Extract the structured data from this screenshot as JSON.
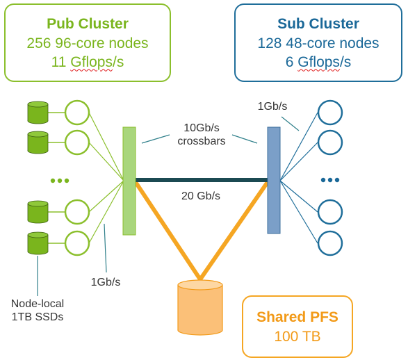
{
  "pub_cluster": {
    "title": "Pub Cluster",
    "nodes": "256 96-core nodes",
    "gflops_prefix": "11 ",
    "gflops_word": "Gflops",
    "gflops_suffix": "/s"
  },
  "sub_cluster": {
    "title": "Sub Cluster",
    "nodes": "128 48-core nodes",
    "gflops_prefix": "6 ",
    "gflops_word": "Gflops",
    "gflops_suffix": "/s"
  },
  "shared_pfs": {
    "title": "Shared PFS",
    "capacity": "100 TB"
  },
  "labels": {
    "crossbar_speed": "10Gb/s",
    "crossbar_word": "crossbars",
    "interconnect": "20 Gb/s",
    "sub_link": "1Gb/s",
    "pub_link": "1Gb/s",
    "ssd_line1": "Node-local",
    "ssd_line2": "1TB SSDs"
  },
  "colors": {
    "pub_green": "#7ab51d",
    "sub_blue": "#1a6898",
    "pfs_orange": "#f29a18",
    "interconnect_dark": "#1b4a52"
  }
}
